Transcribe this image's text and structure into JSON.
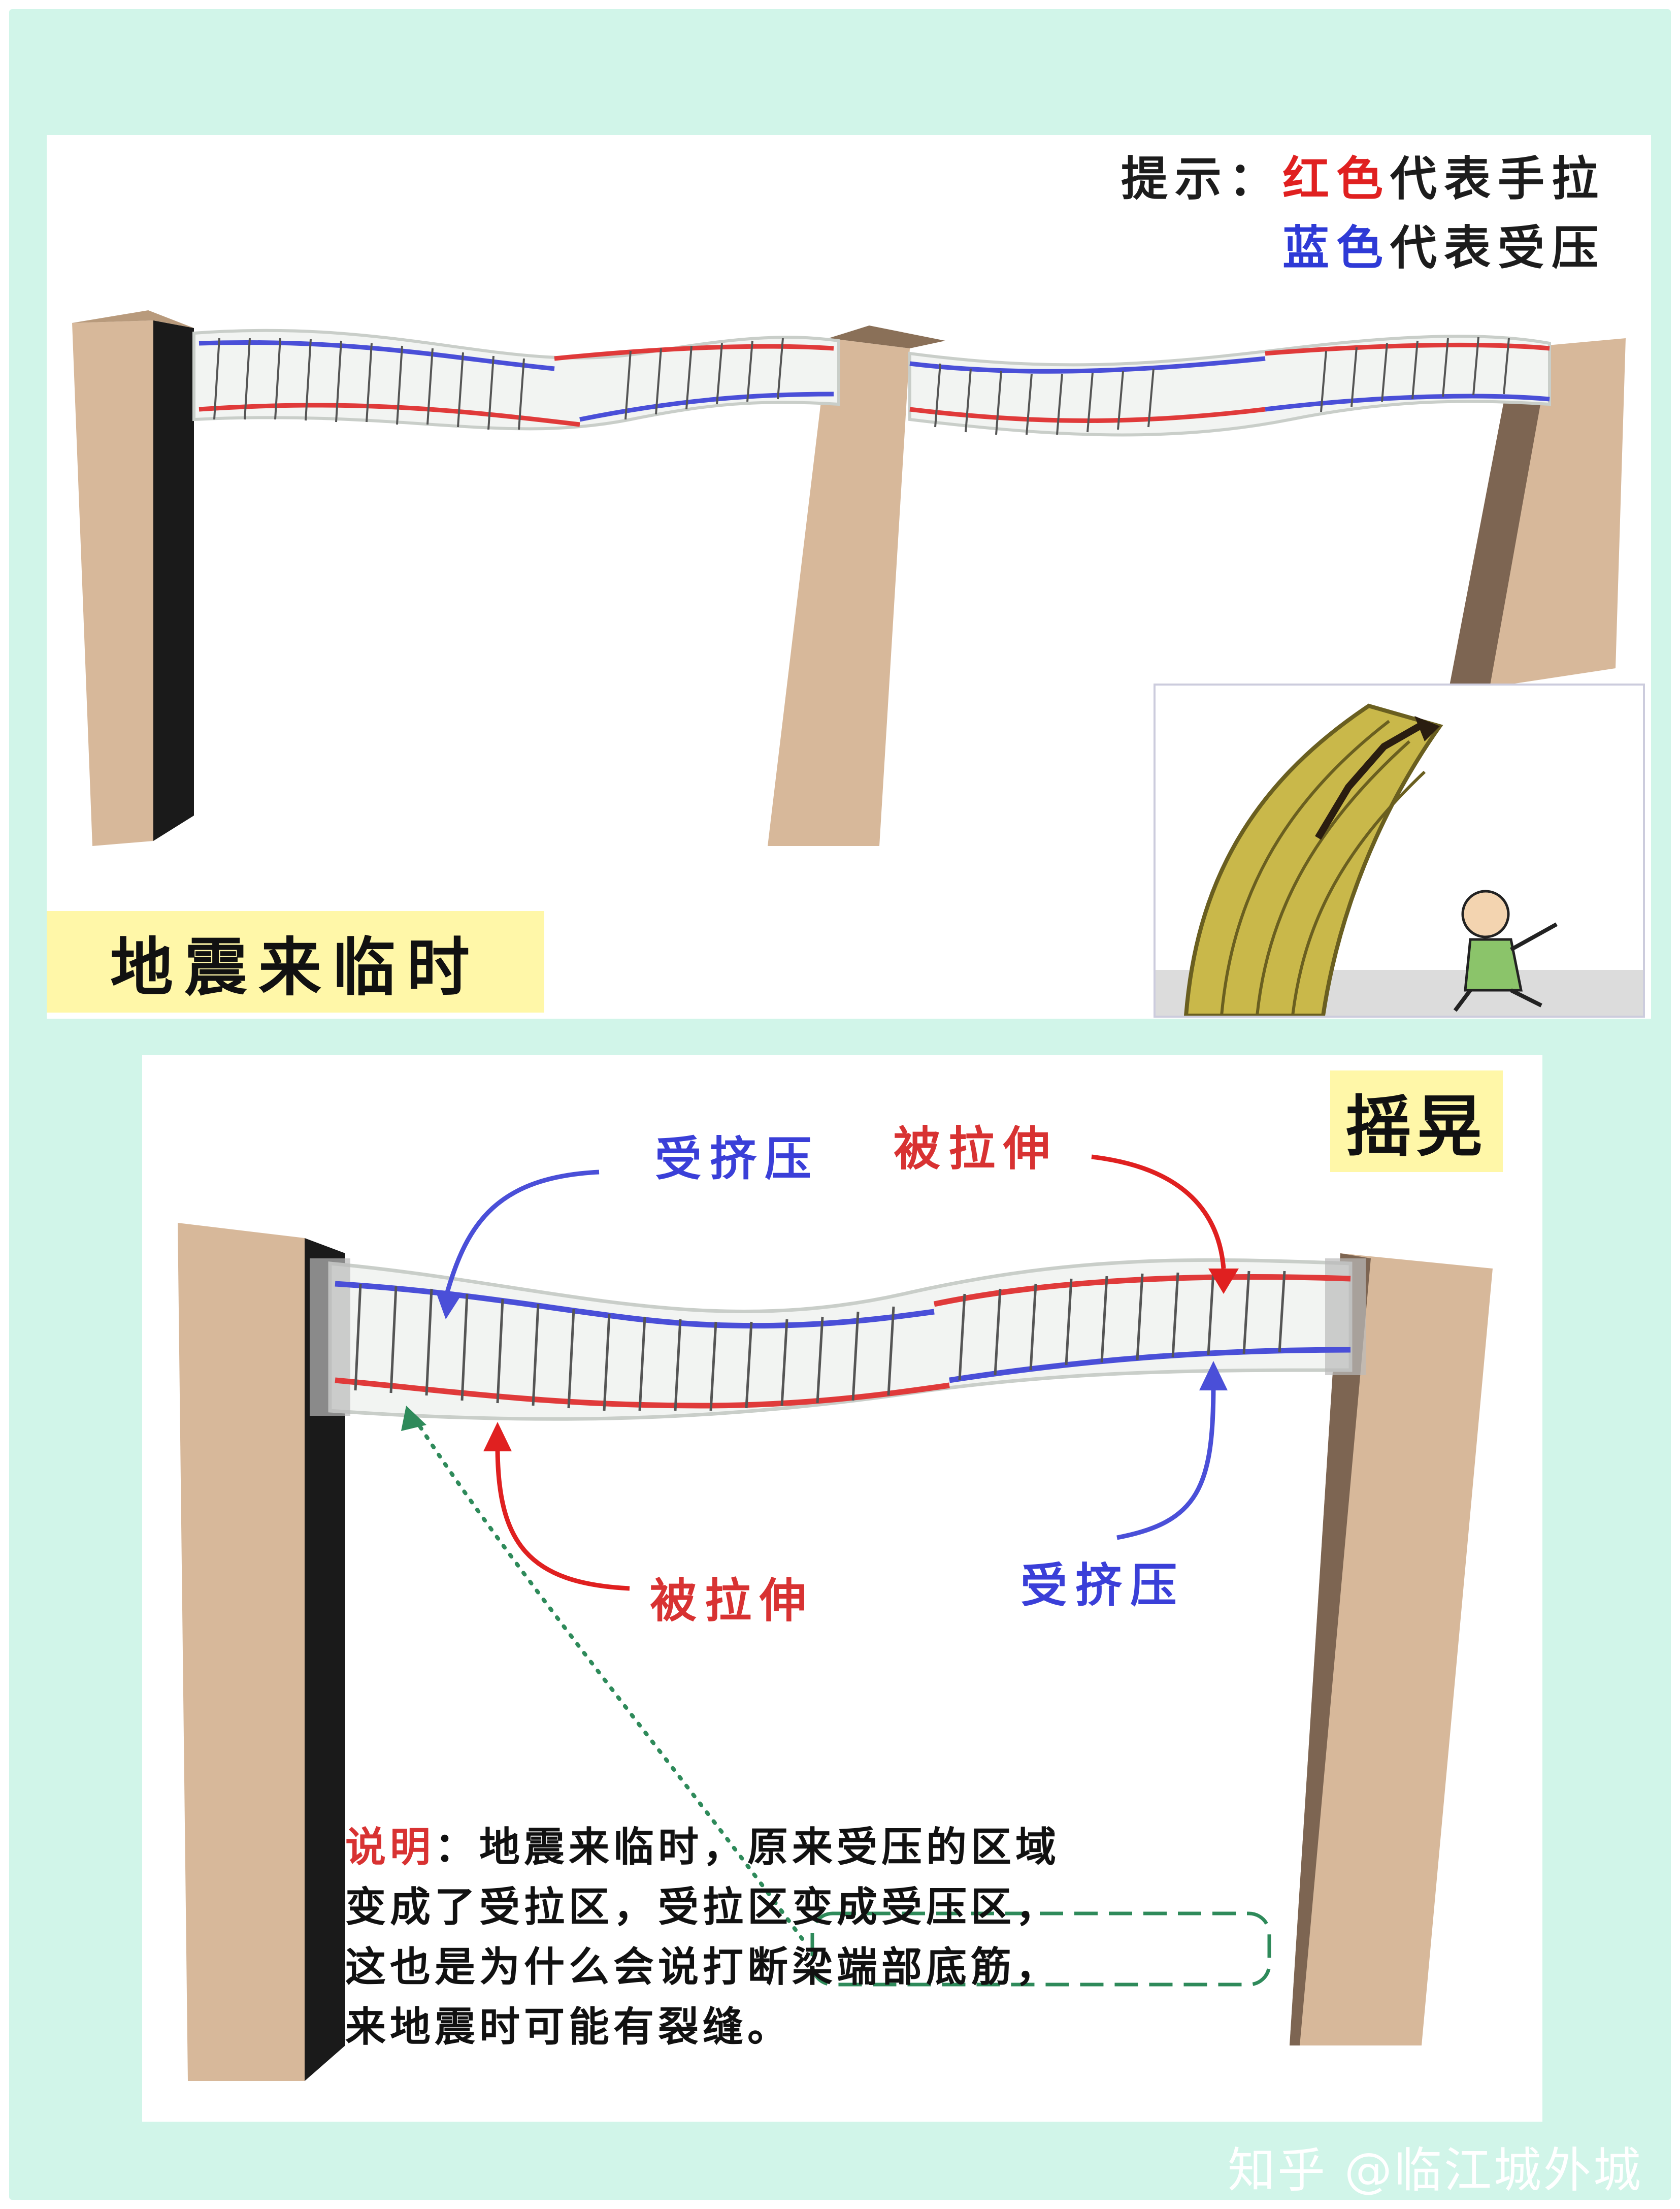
{
  "legend": {
    "prefix": "提示：",
    "red_word": "红色",
    "red_meaning": "代表手拉",
    "blue_word": "蓝色",
    "blue_meaning": "代表受压"
  },
  "top_panel": {
    "title": "地震来临时"
  },
  "bottom_panel": {
    "title": "摇晃",
    "annotations": {
      "compress_top": "受挤压",
      "tension_top": "被拉伸",
      "tension_bottom": "被拉伸",
      "compress_bottom": "受挤压"
    },
    "explanation": {
      "key": "说明",
      "colon": "：",
      "line1": "地震来临时，原来受压的区域",
      "line2": "变成了受拉区，受拉区变成受压区，",
      "line3_before": "这也是为什么会说",
      "line3_highlight": "打断梁端部底筋",
      "line3_after": "，",
      "line4": "来地震时可能有裂缝。"
    }
  },
  "watermark": "知乎 @临江城外城",
  "colors": {
    "tension_red": "#e03a3a",
    "compression_blue": "#4a4fd8",
    "column_tan": "#d7b89a",
    "column_shadow": "#1a1a1a",
    "background_mint": "#d1f5e9",
    "title_yellow": "#fff7a8"
  }
}
